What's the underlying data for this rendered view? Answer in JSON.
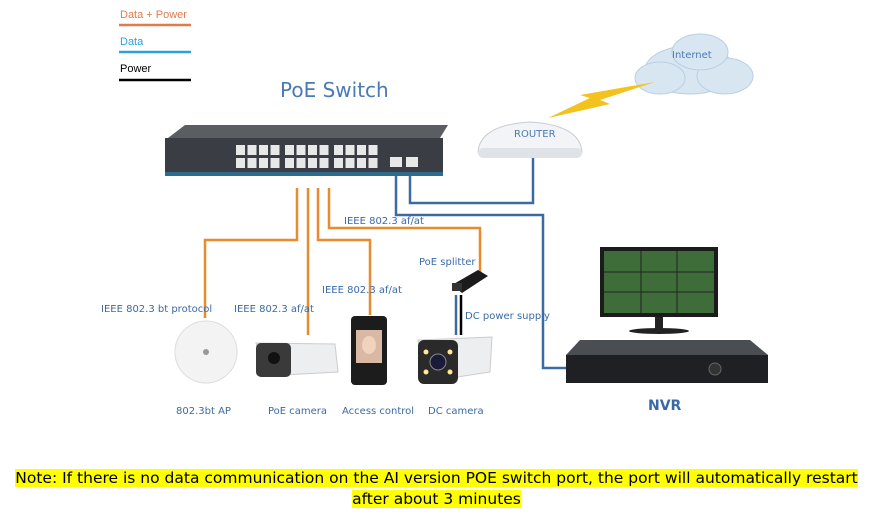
{
  "legend": [
    {
      "label": "Data + Power",
      "color": "#e07b4a"
    },
    {
      "label": "Data",
      "color": "#2aa3d8"
    },
    {
      "label": "Power",
      "color": "#000000"
    }
  ],
  "title": "PoE Switch",
  "cloud_label": "Internet",
  "router_label": "ROUTER",
  "labels": {
    "ieee_af_at_top": "IEEE 802.3 af/at",
    "poe_splitter": "PoE splitter",
    "ieee_bt": "IEEE 802.3 bt protocol",
    "ieee_af_at_camera": "IEEE 802.3 af/at",
    "ieee_af_at_access": "IEEE 802.3 af/at",
    "dc_power_supply": "DC power supply"
  },
  "devices": [
    "802.3bt AP",
    "PoE camera",
    "Access control",
    "DC camera"
  ],
  "nvr_label": "NVR",
  "note": "Note: If there is no data communication on the AI version POE switch port, the port will automatically restart after about 3 minutes",
  "colors": {
    "poe_line": "#e88a2e",
    "data_line": "#3d6aa0",
    "text_blue": "#3a6aa5",
    "note_bg": "#ffff00"
  }
}
